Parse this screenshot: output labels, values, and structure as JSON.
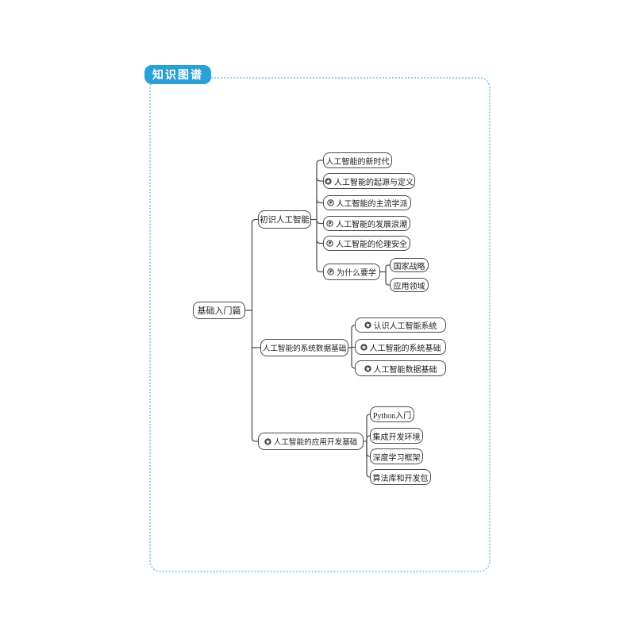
{
  "page": {
    "badge_label": "知识图谱",
    "accent_color": "#2B9FD6",
    "frame_border_color": "#8FD0EC",
    "node_border_color": "#4a4a4a",
    "connector_color": "#4d4d4d"
  },
  "mindmap": {
    "root": {
      "label": "基础入门篇"
    },
    "branches": [
      {
        "label": "初识人工智能",
        "children": [
          {
            "label": "人工智能的新时代",
            "icon": "none"
          },
          {
            "label": "人工智能的起源与定义",
            "icon": "star-circle-icon"
          },
          {
            "label": "人工智能的主流学派",
            "icon": "flag-circle-icon"
          },
          {
            "label": "人工智能的发展浪潮",
            "icon": "flag-circle-icon"
          },
          {
            "label": "人工智能的伦理安全",
            "icon": "flag-circle-icon"
          },
          {
            "label": "为什么要学",
            "icon": "flag-circle-icon",
            "children": [
              {
                "label": "国家战略"
              },
              {
                "label": "应用领域"
              }
            ]
          }
        ]
      },
      {
        "label": "人工智能的系统数据基础",
        "children": [
          {
            "label": "认识人工智能系统",
            "icon": "star-circle-icon"
          },
          {
            "label": "人工智能的系统基础",
            "icon": "star-circle-icon"
          },
          {
            "label": "人工智能数据基础",
            "icon": "star-circle-icon"
          }
        ]
      },
      {
        "label": "人工智能的应用开发基础",
        "icon": "star-circle-icon",
        "children": [
          {
            "label": "Python入门"
          },
          {
            "label": "集成开发环境"
          },
          {
            "label": "深度学习框架"
          },
          {
            "label": "算法库和开发包"
          }
        ]
      }
    ]
  }
}
